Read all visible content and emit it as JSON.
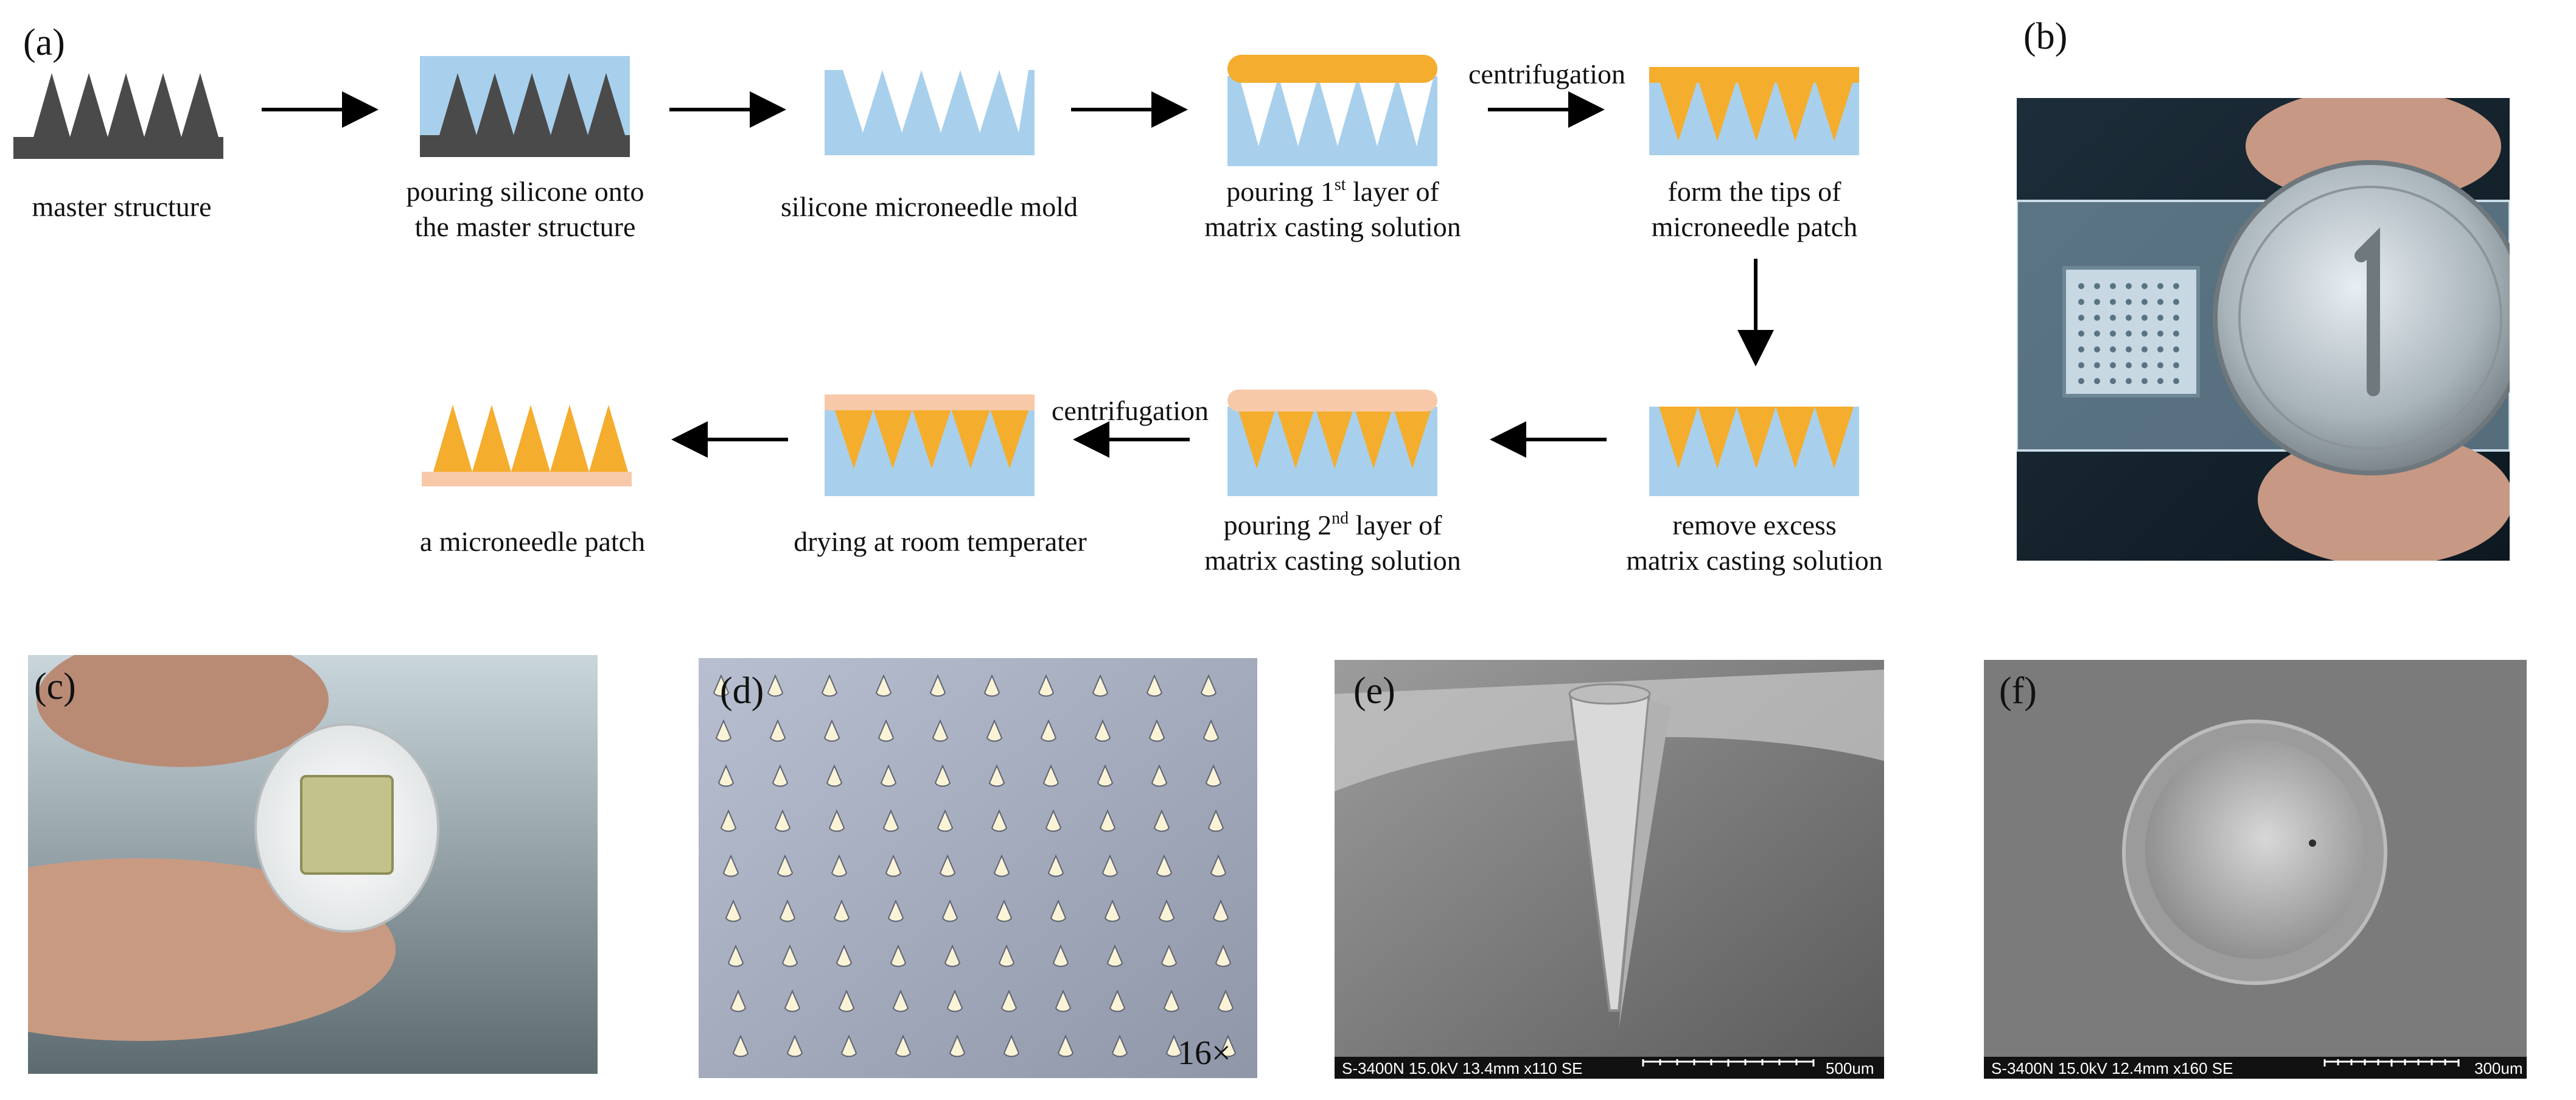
{
  "colors": {
    "silicone": "#a8d0ec",
    "matrix_tip": "#f5ad2d",
    "matrix_cap": "#f4ad2e",
    "backing_layer": "#f7c9a9",
    "master": "#4a4a4a",
    "arrow": "#000000"
  },
  "panel_labels": {
    "a": "(a)",
    "b": "(b)",
    "c": "(c)",
    "d": "(d)",
    "e": "(e)",
    "f": "(f)"
  },
  "steps": {
    "master": {
      "line1": "master structure"
    },
    "pour_silicone": {
      "line1": "pouring silicone onto",
      "line2": "the master structure"
    },
    "mold": {
      "line1": "silicone microneedle mold"
    },
    "first_layer": {
      "line1_pre": "pouring 1",
      "line1_sup": "st",
      "line1_post": " layer of",
      "line2": "matrix casting solution"
    },
    "tips": {
      "line1": "form the tips of",
      "line2": "microneedle patch"
    },
    "remove_excess": {
      "line1": "remove excess",
      "line2": "matrix casting solution"
    },
    "second_layer": {
      "line1_pre": "pouring 2",
      "line1_sup": "nd",
      "line1_post": " layer of",
      "line2": "matrix casting solution"
    },
    "drying": {
      "line1": "drying at room temperater"
    },
    "patch": {
      "line1": "a microneedle patch"
    }
  },
  "arrow_labels": {
    "centrifugation_1": "centrifugation",
    "centrifugation_2": "centrifugation"
  },
  "photo_d": {
    "magnification": "16×"
  },
  "sem_e": {
    "info": "S-3400N 15.0kV 13.4mm x110 SE",
    "scale": "500um"
  },
  "sem_f": {
    "info": "S-3400N 15.0kV 12.4mm x160 SE",
    "scale": "300um"
  }
}
